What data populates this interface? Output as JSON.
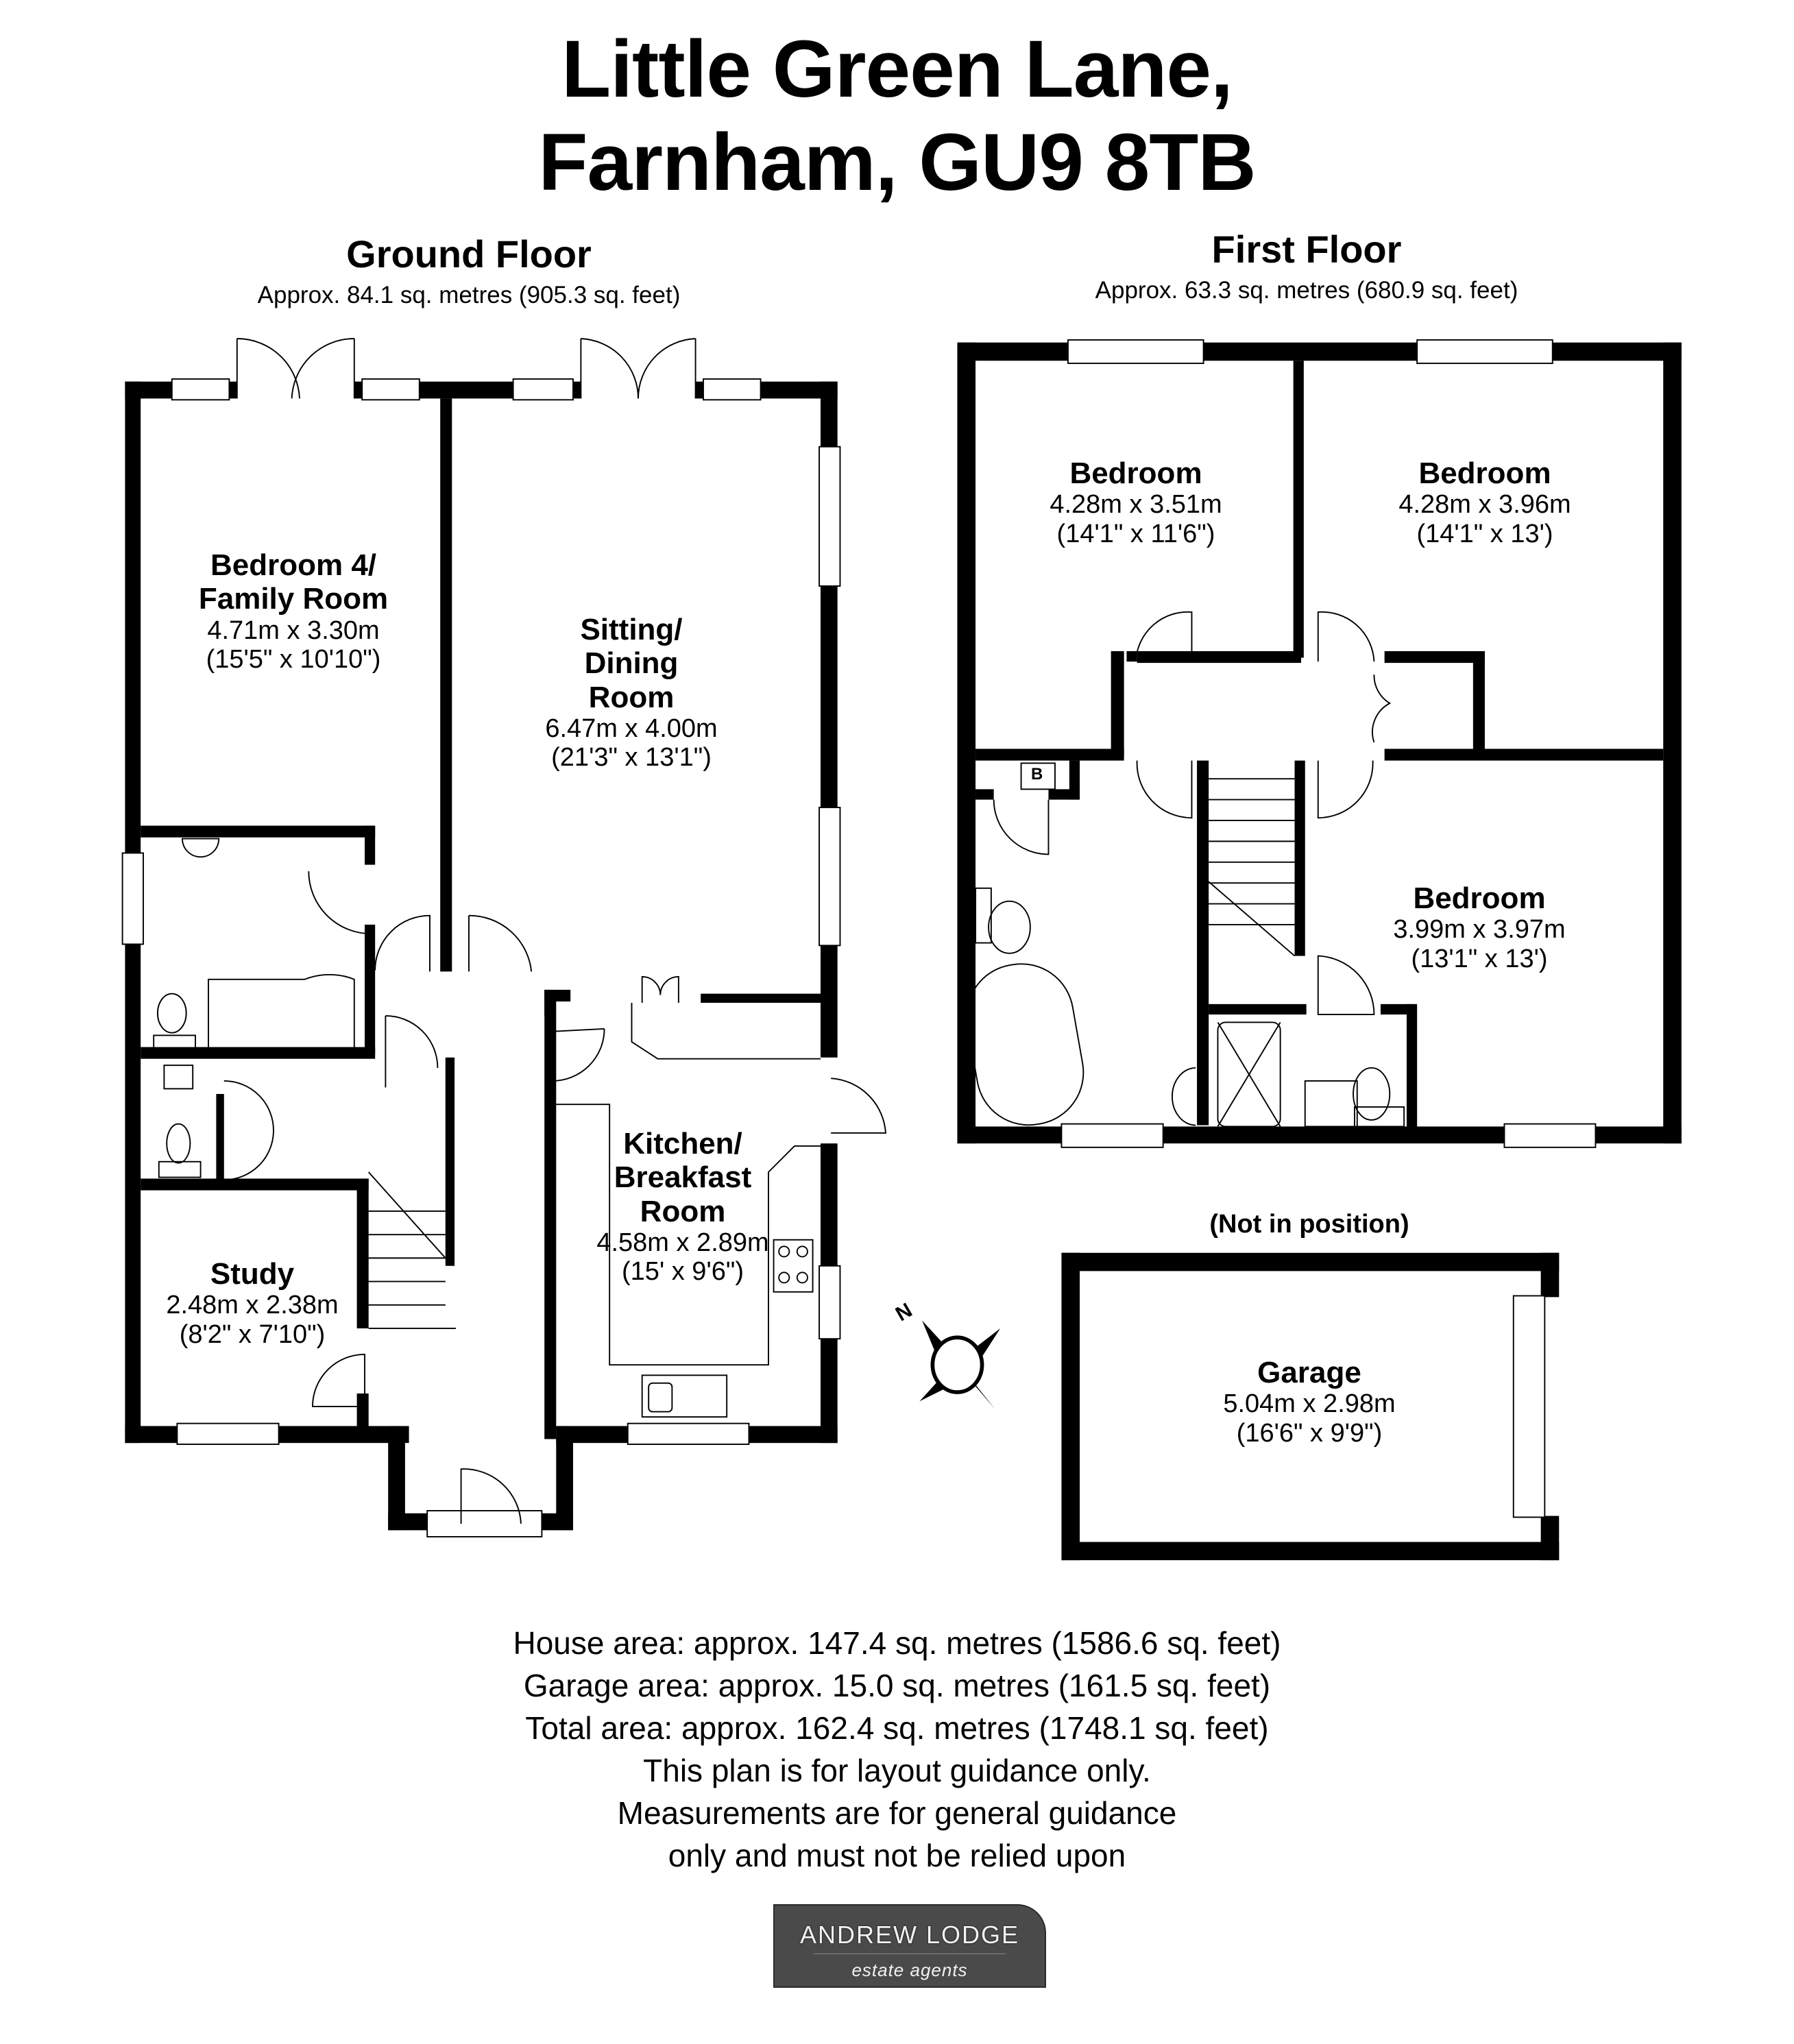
{
  "header": {
    "title_line1": "Little Green Lane,",
    "title_line2": "Farnham, GU9 8TB"
  },
  "ground_floor": {
    "title": "Ground Floor",
    "area": "Approx. 84.1 sq. metres (905.3 sq. feet)",
    "rooms": [
      {
        "name_line1": "Bedroom 4/",
        "name_line2": "Family Room",
        "metric": "4.71m x 3.30m",
        "imperial": "(15'5\" x 10'10\")"
      },
      {
        "name_line1": "Sitting/",
        "name_line2": "Dining",
        "name_line3": "Room",
        "metric": "6.47m x 4.00m",
        "imperial": "(21'3\" x 13'1\")"
      },
      {
        "name_line1": "Kitchen/",
        "name_line2": "Breakfast",
        "name_line3": "Room",
        "metric": "4.58m x 2.89m",
        "imperial": "(15' x 9'6\")"
      },
      {
        "name_line1": "Study",
        "metric": "2.48m x 2.38m",
        "imperial": "(8'2\" x 7'10\")"
      }
    ]
  },
  "first_floor": {
    "title": "First Floor",
    "area": "Approx. 63.3 sq. metres (680.9 sq. feet)",
    "rooms": [
      {
        "name": "Bedroom",
        "metric": "4.28m x 3.51m",
        "imperial": "(14'1\" x 11'6\")"
      },
      {
        "name": "Bedroom",
        "metric": "4.28m x 3.96m",
        "imperial": "(14'1\" x 13')"
      },
      {
        "name": "Bedroom",
        "metric": "3.99m x 3.97m",
        "imperial": "(13'1\" x 13')"
      }
    ],
    "boiler_label": "B"
  },
  "garage": {
    "note": "(Not in position)",
    "name": "Garage",
    "metric": "5.04m x 2.98m",
    "imperial": "(16'6\" x 9'9\")"
  },
  "compass": {
    "north_label": "N",
    "icon": "compass-rose-icon"
  },
  "footer": {
    "lines": [
      "House area: approx. 147.4 sq. metres (1586.6 sq. feet)",
      "Garage area: approx. 15.0 sq. metres (161.5 sq. feet)",
      "Total area: approx. 162.4 sq. metres (1748.1 sq. feet)",
      "This plan is for layout guidance only.",
      "Measurements are for general guidance",
      "only and must not be relied upon"
    ]
  },
  "logo": {
    "brand": "ANDREW LODGE",
    "tagline": "estate agents",
    "color": "#4a4a4a"
  },
  "colors": {
    "wall": "#000000",
    "background": "#ffffff",
    "fixture_line": "#000000"
  }
}
